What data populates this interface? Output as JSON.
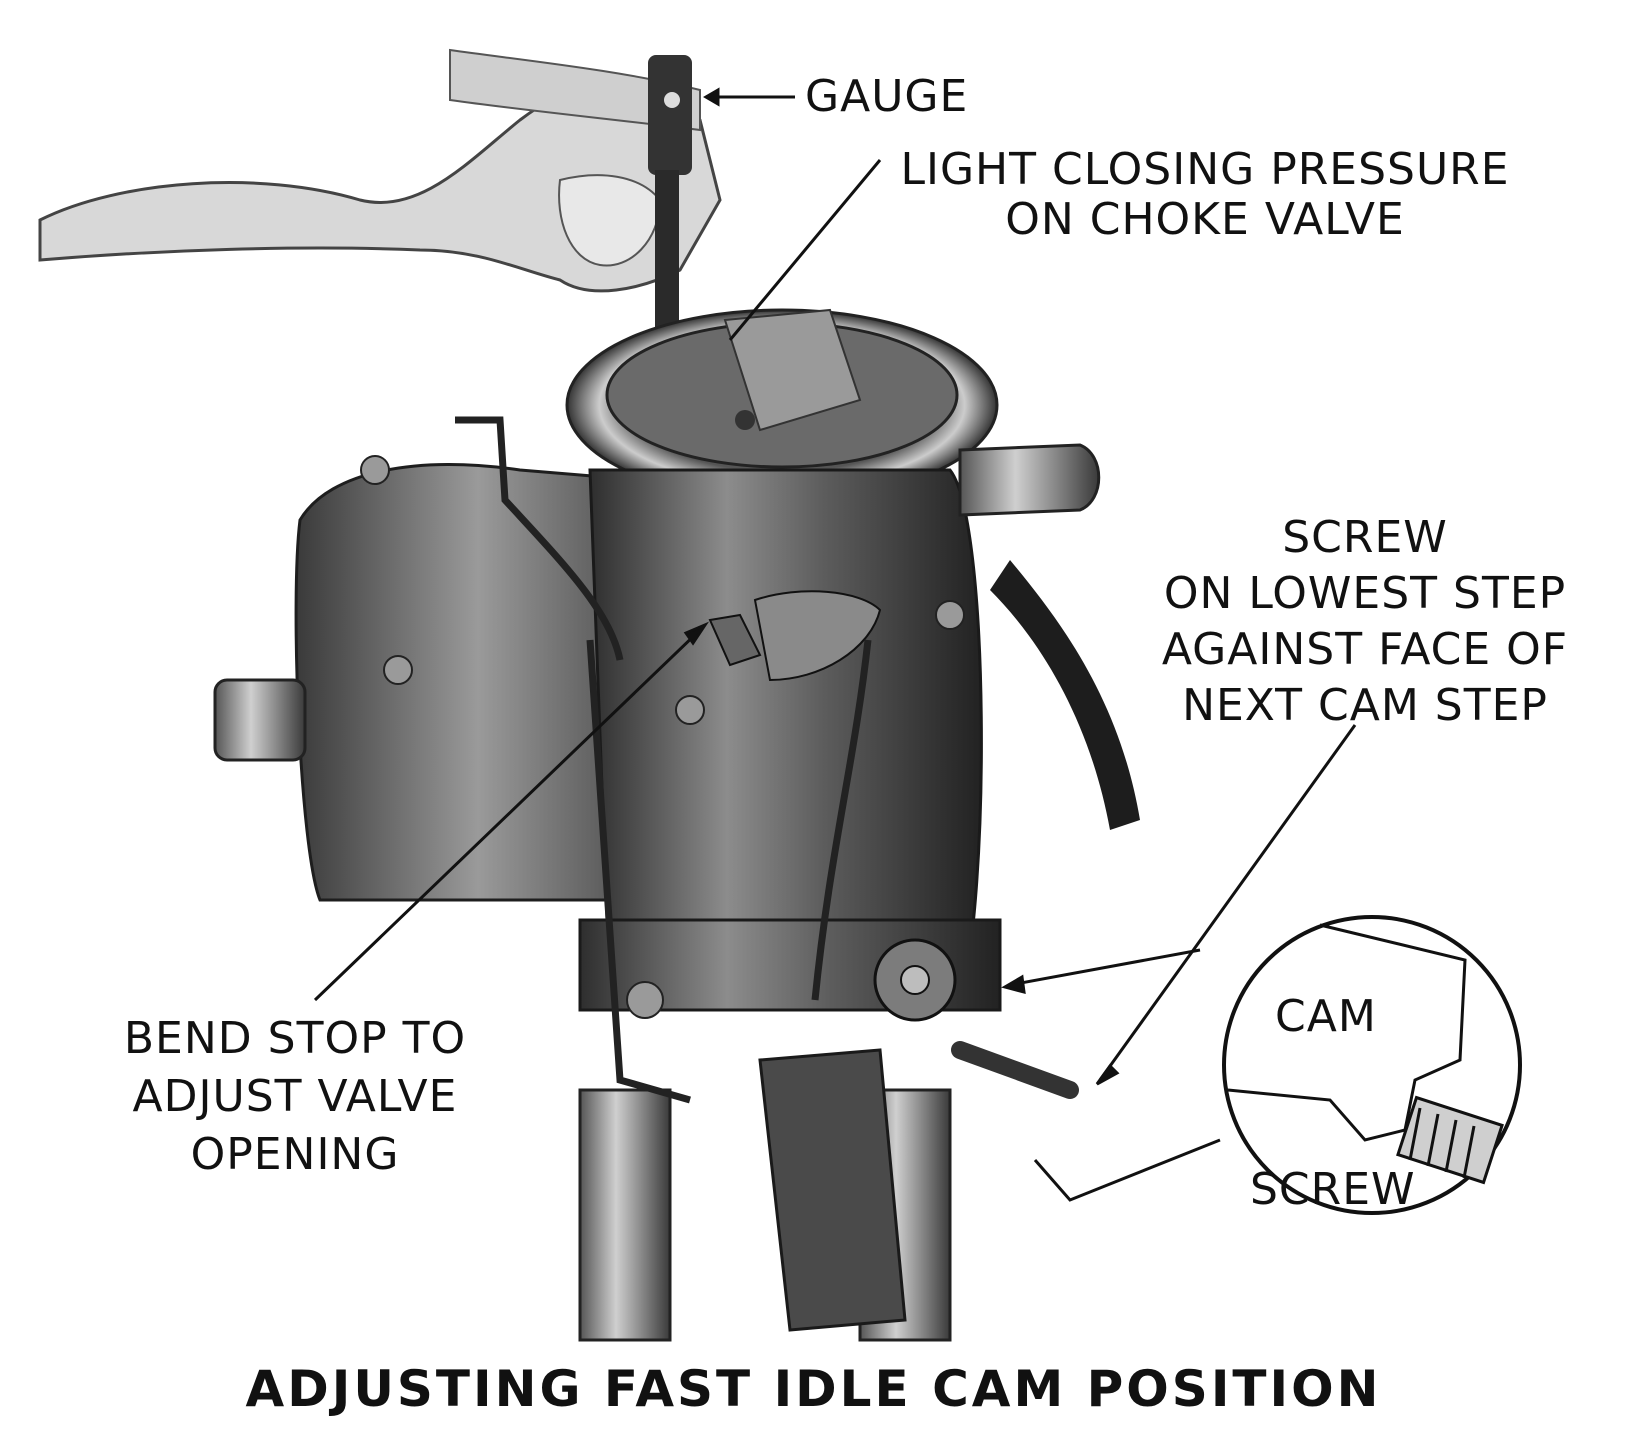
{
  "labels": {
    "gauge": "GAUGE",
    "closing_pressure": [
      "LIGHT CLOSING PRESSURE",
      "ON CHOKE VALVE"
    ],
    "screw_step": [
      "SCREW",
      "ON LOWEST STEP",
      "AGAINST FACE OF",
      "NEXT CAM STEP"
    ],
    "bend_stop": [
      "BEND STOP TO",
      "ADJUST VALVE",
      "OPENING"
    ],
    "inset_cam": "CAM",
    "inset_screw": "SCREW"
  },
  "caption": "ADJUSTING FAST IDLE CAM POSITION",
  "colors": {
    "ink": "#111111",
    "metal_dark": "#3a3a3a",
    "metal_mid": "#7a7a7a",
    "metal_light": "#bdbdbd"
  }
}
